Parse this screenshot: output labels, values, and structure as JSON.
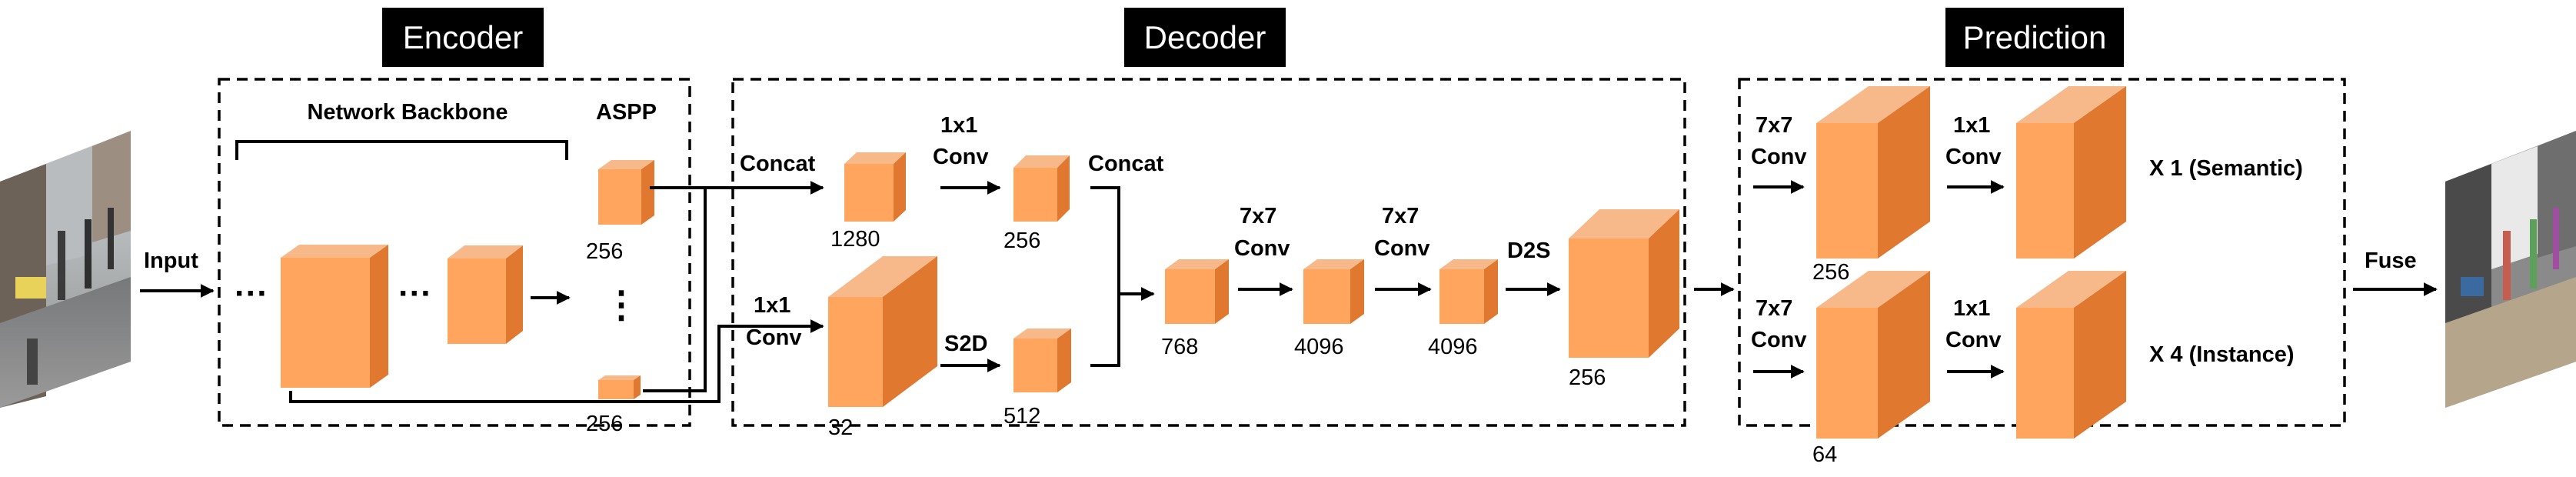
{
  "sections": {
    "encoder": "Encoder",
    "decoder": "Decoder",
    "prediction": "Prediction"
  },
  "labels": {
    "input": "Input",
    "network_backbone": "Network Backbone",
    "aspp": "ASPP",
    "concat_1": "Concat",
    "concat_2": "Concat",
    "conv1x1_a_top": "1x1",
    "conv1x1_a_bot": "Conv",
    "conv1x1_b_top": "1x1",
    "conv1x1_b_bot": "Conv",
    "s2d": "S2D",
    "conv7x7_a_top": "7x7",
    "conv7x7_a_bot": "Conv",
    "conv7x7_b_top": "7x7",
    "conv7x7_b_bot": "Conv",
    "d2s": "D2S",
    "pred_conv7_1_top": "7x7",
    "pred_conv7_1_bot": "Conv",
    "pred_conv1_1_top": "1x1",
    "pred_conv1_1_bot": "Conv",
    "pred_conv7_2_top": "7x7",
    "pred_conv7_2_bot": "Conv",
    "pred_conv1_2_top": "1x1",
    "pred_conv1_2_bot": "Conv",
    "semantic": "X 1 (Semantic)",
    "instance": "X 4 (Instance)",
    "fuse": "Fuse",
    "ellipsis_1": "···",
    "ellipsis_2": "···",
    "vdots": "⋮"
  },
  "channels": {
    "aspp_top": "256",
    "aspp_bottom": "256",
    "concat_out": "1280",
    "conv1x1_out": "256",
    "low_level": "32",
    "s2d_out": "512",
    "merged": "768",
    "conv7x7_a_out": "4096",
    "conv7x7_b_out": "4096",
    "d2s_out": "256",
    "semantic_branch": "256",
    "instance_branch": "64"
  },
  "colors": {
    "cube_front": "#FFA55E",
    "cube_top": "#F8B98A",
    "cube_side": "#E0782F",
    "header_bg": "#000000"
  }
}
